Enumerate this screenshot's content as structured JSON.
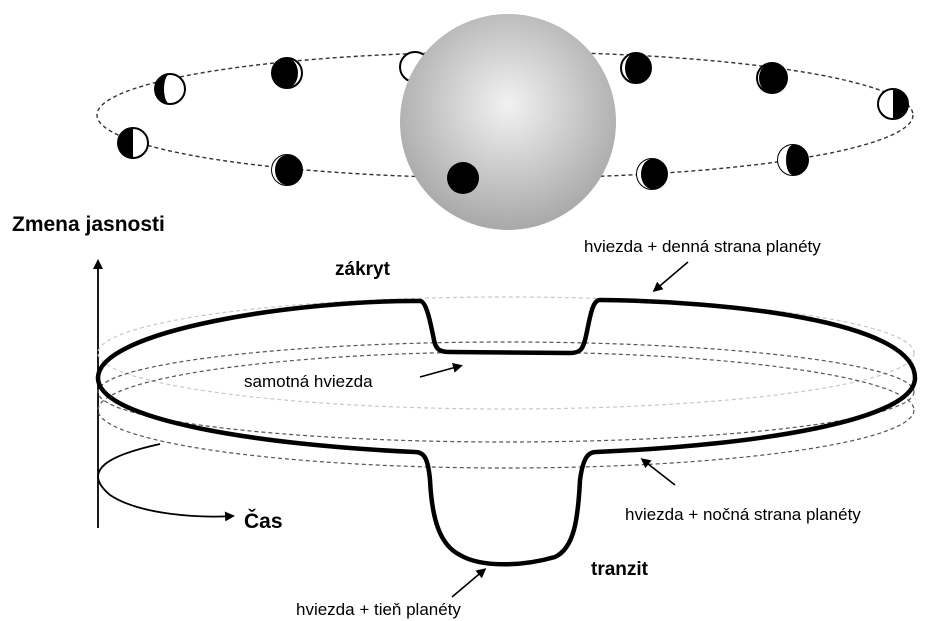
{
  "labels": {
    "y_axis": "Zmena jasnosti",
    "x_axis": "Čas",
    "occultation": "zákryt",
    "transit": "tranzit",
    "star_alone": "samotná hviezda",
    "star_dayside": "hviezda + denná strana planéty",
    "star_nightside": "hviezda + nočná strana planéty",
    "star_shadow": "hviezda +  tieň planéty"
  },
  "colors": {
    "curve": "#000000",
    "ghost_light": "#c8c8c8",
    "ghost_dark": "#555555",
    "star_center": "#f2f2f2",
    "star_edge": "#a8a8a8",
    "planet_dark": "#000000",
    "planet_light": "#ffffff"
  }
}
